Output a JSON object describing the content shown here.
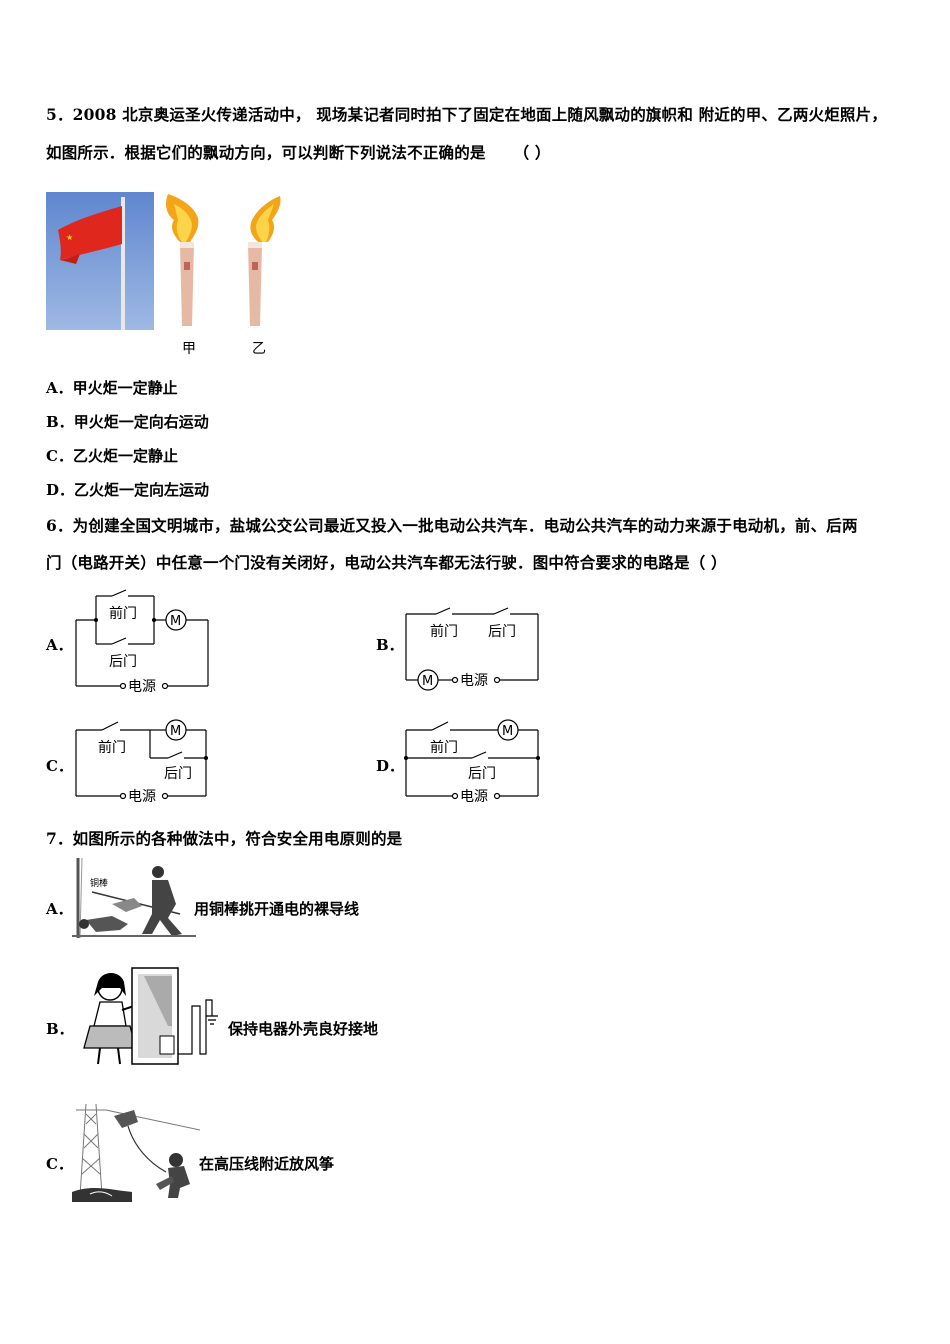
{
  "q5": {
    "line1": "5．2008 北京奥运圣火传递活动中，  现场某记者同时拍下了固定在地面上随风飘动的旗帜和 附近的甲、乙两火炬照片，",
    "line2": "如图所示．根据它们的飘动方向，可以判断下列说法不正确的是",
    "bracket": "（    ）",
    "torch_labels": [
      "甲",
      "乙"
    ],
    "options": [
      {
        "letter": "A．",
        "text": "甲火炬一定静止"
      },
      {
        "letter": "B．",
        "text": "甲火炬一定向右运动"
      },
      {
        "letter": "C．",
        "text": "乙火炬一定静止"
      },
      {
        "letter": "D．",
        "text": "乙火炬一定向左运动"
      }
    ]
  },
  "q6": {
    "line1": "6．为创建全国文明城市，盐城公交公司最近又投入一批电动公共汽车．电动公共汽车的动力来源于电动机，前、后两",
    "line2": "门（电路开关）中任意一个门没有关闭好，电动公共汽车都无法行驶．图中符合要求的电路是（      ）",
    "options": [
      "A．",
      "B．",
      "C．",
      "D．"
    ],
    "front_door": "前门",
    "back_door": "后门",
    "power": "电源",
    "motor": "M"
  },
  "q7": {
    "title": "7．如图所示的各种做法中，符合安全用电原则的是",
    "options": [
      {
        "letter": "A．",
        "text": "用铜棒挑开通电的裸导线",
        "figure_label": "铜棒"
      },
      {
        "letter": "B．",
        "text": "保持电器外壳良好接地"
      },
      {
        "letter": "C．",
        "text": "在高压线附近放风筝"
      }
    ]
  }
}
